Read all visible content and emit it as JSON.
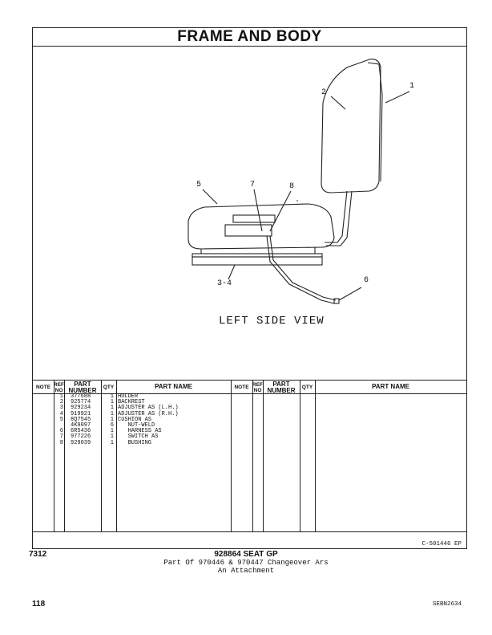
{
  "page": {
    "title": "FRAME AND BODY",
    "view_label": "LEFT SIDE VIEW",
    "callouts": [
      "1",
      "2",
      "3-4",
      "5",
      "6",
      "7",
      "8"
    ],
    "figure_ref": "C-501446 EP",
    "group_code": "7312",
    "group_title": "928864 SEAT GP",
    "group_subtitle_1": "Part Of 970446 & 970447 Changeover Ars",
    "group_subtitle_2": "An Attachment",
    "page_number": "118",
    "document_code": "SEBN2634"
  },
  "table": {
    "headers": {
      "note": "NOTE",
      "ref_no_1": "REF",
      "ref_no_2": "NO",
      "part_number_1": "PART",
      "part_number_2": "NUMBER",
      "qty": "QTY",
      "part_name": "PART NAME"
    },
    "rows": [
      {
        "ref": "1",
        "part": "377688",
        "qty": "1",
        "name": "HOLDER"
      },
      {
        "ref": "2",
        "part": "925774",
        "qty": "1",
        "name": "BACKREST"
      },
      {
        "ref": "3",
        "part": "929234",
        "qty": "1",
        "name": "ADJUSTER AS (L.H.)"
      },
      {
        "ref": "4",
        "part": "919921",
        "qty": "1",
        "name": "ADJUSTER AS (R.H.)"
      },
      {
        "ref": "5",
        "part": "8Q7545",
        "qty": "1",
        "name": "CUSHION AS"
      },
      {
        "ref": "",
        "part": "4K9097",
        "qty": "6",
        "name": "   NUT-WELD"
      },
      {
        "ref": "6",
        "part": "6R5436",
        "qty": "1",
        "name": "   HARNESS AS"
      },
      {
        "ref": "7",
        "part": "977226",
        "qty": "1",
        "name": "   SWITCH AS"
      },
      {
        "ref": "8",
        "part": "929039",
        "qty": "1",
        "name": "   BUSHING"
      }
    ]
  }
}
